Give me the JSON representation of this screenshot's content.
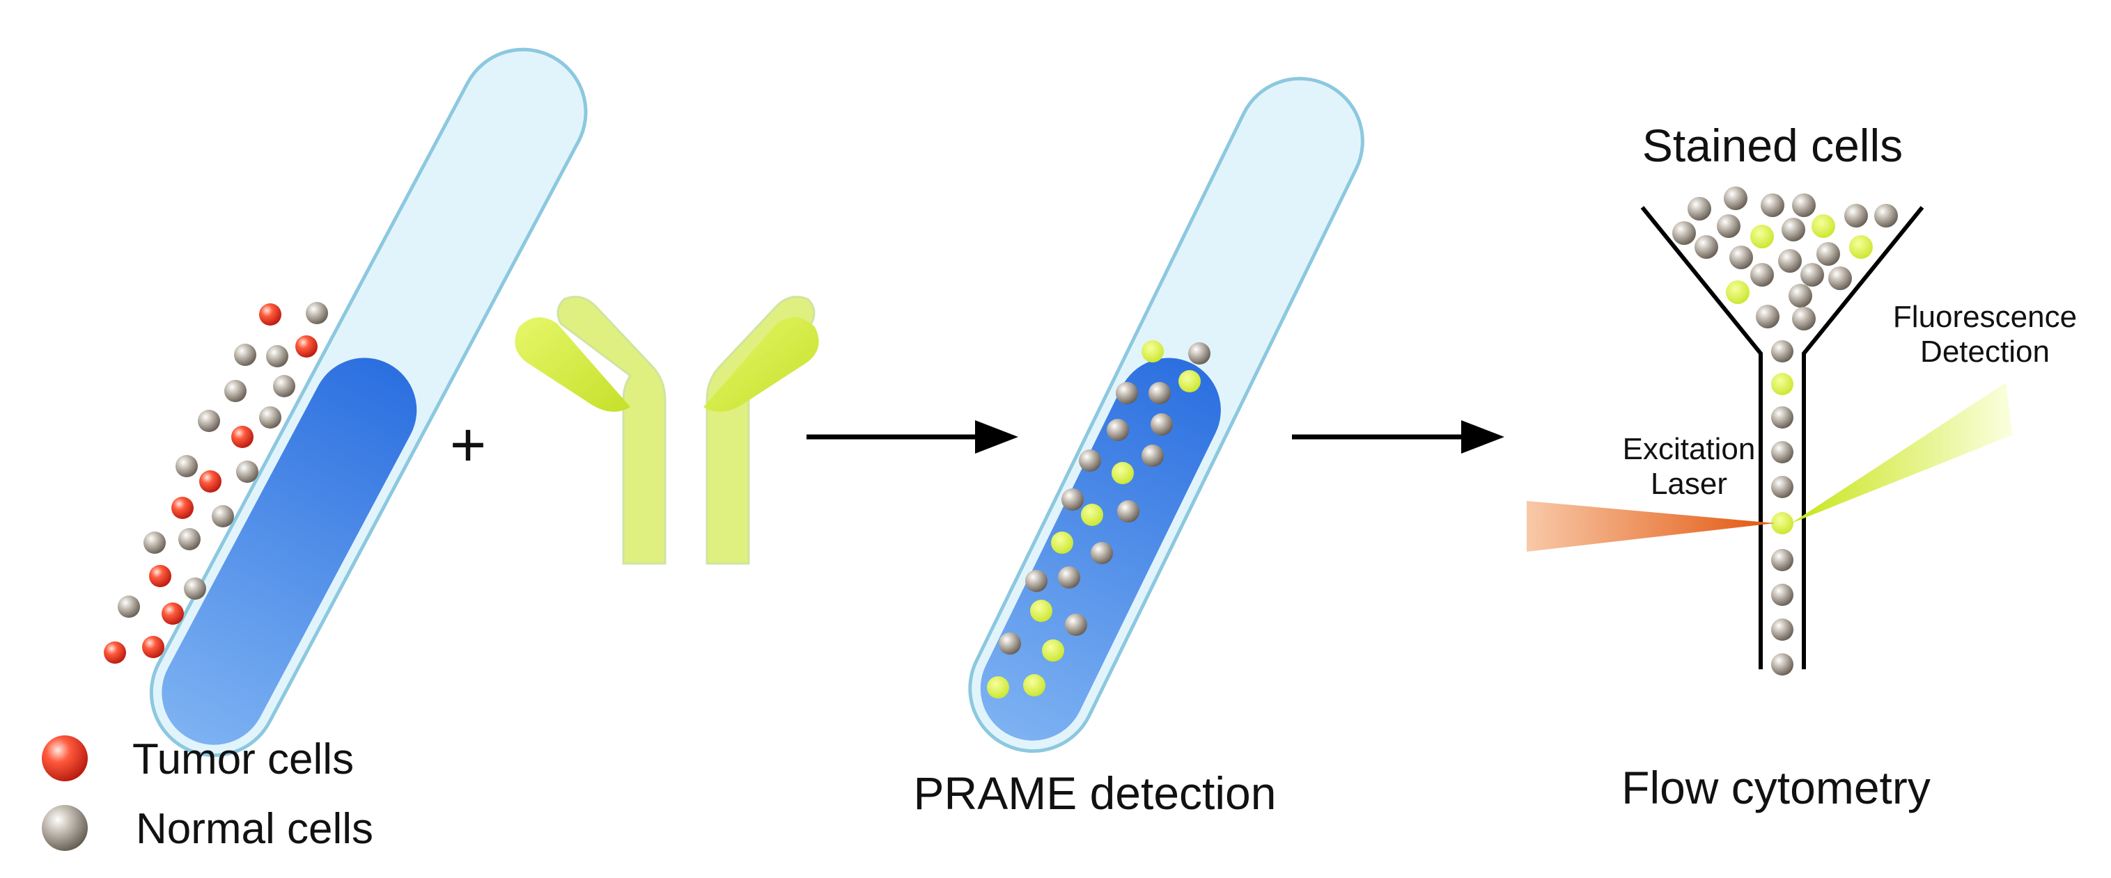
{
  "labels": {
    "plus": "+",
    "prame_detection": "PRAME detection",
    "flow_cytometry": "Flow cytometry",
    "stained_cells": "Stained cells",
    "fluorescence_line1": "Fluorescence",
    "fluorescence_line2": "Detection",
    "excitation_line1": "Excitation",
    "excitation_line2": "Laser"
  },
  "legend": {
    "tumor": "Tumor cells",
    "normal": "Normal cells"
  },
  "colors": {
    "tumor_cell": "#e8302a",
    "normal_cell": "#8e857b",
    "stained_cell": "#d9f23a",
    "antibody": "#dff080",
    "antibody_tip": "#cfe83c",
    "liquid": "#2f7de6",
    "tube_glass": "#e2f4fb",
    "tube_outline": "#8cc8e0",
    "laser": "#e8641c",
    "fluorescence_beam": "#d9f23a",
    "arrow": "#000000"
  },
  "icons": {
    "antibody": "y-shaped-antibody-icon",
    "arrow": "right-arrow-icon",
    "funnel": "funnel-icon"
  }
}
